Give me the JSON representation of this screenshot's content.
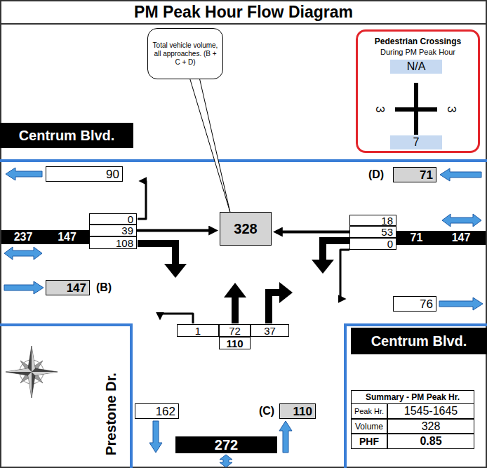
{
  "diagram": {
    "title": "PM Peak Hour Flow Diagram",
    "nodes": [
      {
        "text": [
          "Total vehicle volume, all approaches. (B + C + D)"
        ]
      },
      {
        "text": [
          "Pedestrian Crossings",
          "During PM Peak Hour"
        ]
      },
      {
        "text": [
          "N/A"
        ],
        "in": 1
      },
      {
        "text": [
          "7"
        ],
        "in": 1
      },
      {
        "text": [
          "Centrum Blvd."
        ]
      },
      {
        "text": [
          "90"
        ]
      },
      {
        "text": [
          "71"
        ]
      },
      {
        "text": [
          "0"
        ]
      },
      {
        "text": [
          "328"
        ]
      },
      {
        "text": [
          "18"
        ]
      },
      {
        "text": [
          "39"
        ]
      },
      {
        "text": [
          "237"
        ]
      },
      {
        "text": [
          "147"
        ]
      },
      {
        "text": [
          "53"
        ]
      },
      {
        "text": [
          "71"
        ]
      },
      {
        "text": [
          "147"
        ]
      },
      {
        "text": [
          "108"
        ]
      },
      {
        "text": [
          "0"
        ]
      },
      {
        "text": [
          "147"
        ]
      },
      {
        "text": [
          "76"
        ]
      },
      {
        "text": [
          "1"
        ]
      },
      {
        "text": [
          "72"
        ]
      },
      {
        "text": [
          "37"
        ]
      },
      {
        "text": [
          "110"
        ]
      },
      {
        "text": [
          "Centrum Blvd."
        ]
      },
      {
        "text": [
          "162"
        ]
      },
      {
        "text": [
          "110"
        ]
      },
      {
        "text": [
          "Summary - PM Peak Hr."
        ]
      },
      {
        "text": [
          "Peak Hr."
        ],
        "in": 27
      },
      {
        "text": [
          "1545-1645"
        ],
        "in": 27
      },
      {
        "text": [
          "Volume"
        ],
        "in": 27
      },
      {
        "text": [
          "328"
        ],
        "in": 27
      },
      {
        "text": [
          "PHF"
        ],
        "in": 27
      },
      {
        "text": [
          "0.85"
        ],
        "in": 27
      },
      {
        "text": [
          "272"
        ]
      }
    ],
    "edges": [
      {
        "from": 10,
        "to": 8,
        "arrow": "to"
      },
      {
        "from": 13,
        "to": 8,
        "arrow": "to"
      },
      {
        "from": 0,
        "to": 8,
        "arrow": "none"
      }
    ],
    "labels": [
      "3",
      "3",
      "(D)",
      "(B)",
      "Prestone Dr.",
      "(C)"
    ]
  }
}
